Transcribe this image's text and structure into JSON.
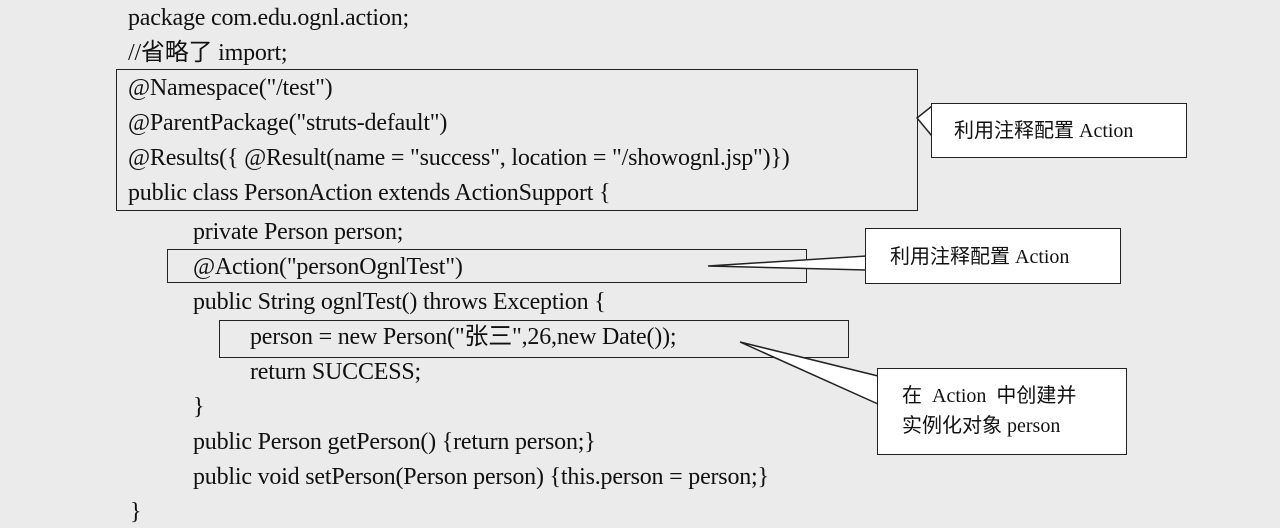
{
  "code_lines": [
    "package com.edu.ognl.action;",
    "//省略了 import;",
    "@Namespace(\"/test\")",
    "@ParentPackage(\"struts-default\")",
    "@Results({ @Result(name = \"success\", location = \"/showognl.jsp\")})",
    "public class PersonAction extends ActionSupport {",
    "private Person person;",
    "@Action(\"personOgnlTest\")",
    "public String ognlTest() throws Exception {",
    "person = new Person(\"张三\",26,new Date());",
    "return SUCCESS;",
    "}",
    "public Person getPerson() {return person;}",
    "public void setPerson(Person person) {this.person = person;}",
    "}"
  ],
  "callouts": {
    "class_annotation": "利用注释配置 Action",
    "method_annotation": "利用注释配置 Action",
    "instantiate": {
      "line1": "在  Action  中创建并",
      "line2": "实例化对象 person"
    }
  }
}
